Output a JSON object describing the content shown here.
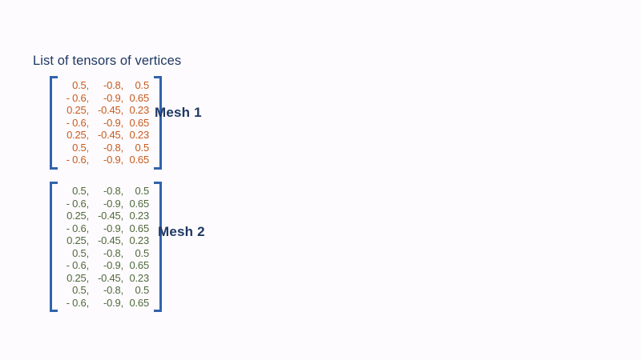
{
  "slide": {
    "title": "List of tensors of vertices"
  },
  "colors": {
    "background": "#FDFBFD",
    "heading": "#1F3864",
    "bracket": "#3262AC",
    "mesh1_values": "#C75B1F",
    "mesh2_values": "#50693C"
  },
  "mesh1": {
    "label": "Mesh 1",
    "rows": [
      [
        "0.5,",
        "-0.8,",
        "0.5"
      ],
      [
        "- 0.6,",
        "-0.9,",
        "0.65"
      ],
      [
        "0.25,",
        "-0.45,",
        "0.23"
      ],
      [
        "- 0.6,",
        "-0.9,",
        "0.65"
      ],
      [
        "0.25,",
        "-0.45,",
        "0.23"
      ],
      [
        "0.5,",
        "-0.8,",
        "0.5"
      ],
      [
        "- 0.6,",
        "-0.9,",
        "0.65"
      ]
    ]
  },
  "mesh2": {
    "label": "Mesh 2",
    "rows": [
      [
        "0.5,",
        "-0.8,",
        "0.5"
      ],
      [
        "- 0.6,",
        "-0.9,",
        "0.65"
      ],
      [
        "0.25,",
        "-0.45,",
        "0.23"
      ],
      [
        "- 0.6,",
        "-0.9,",
        "0.65"
      ],
      [
        "0.25,",
        "-0.45,",
        "0.23"
      ],
      [
        "0.5,",
        "-0.8,",
        "0.5"
      ],
      [
        "- 0.6,",
        "-0.9,",
        "0.65"
      ],
      [
        "0.25,",
        "-0.45,",
        "0.23"
      ],
      [
        "0.5,",
        "-0.8,",
        "0.5"
      ],
      [
        "- 0.6,",
        "-0.9,",
        "0.65"
      ]
    ]
  }
}
